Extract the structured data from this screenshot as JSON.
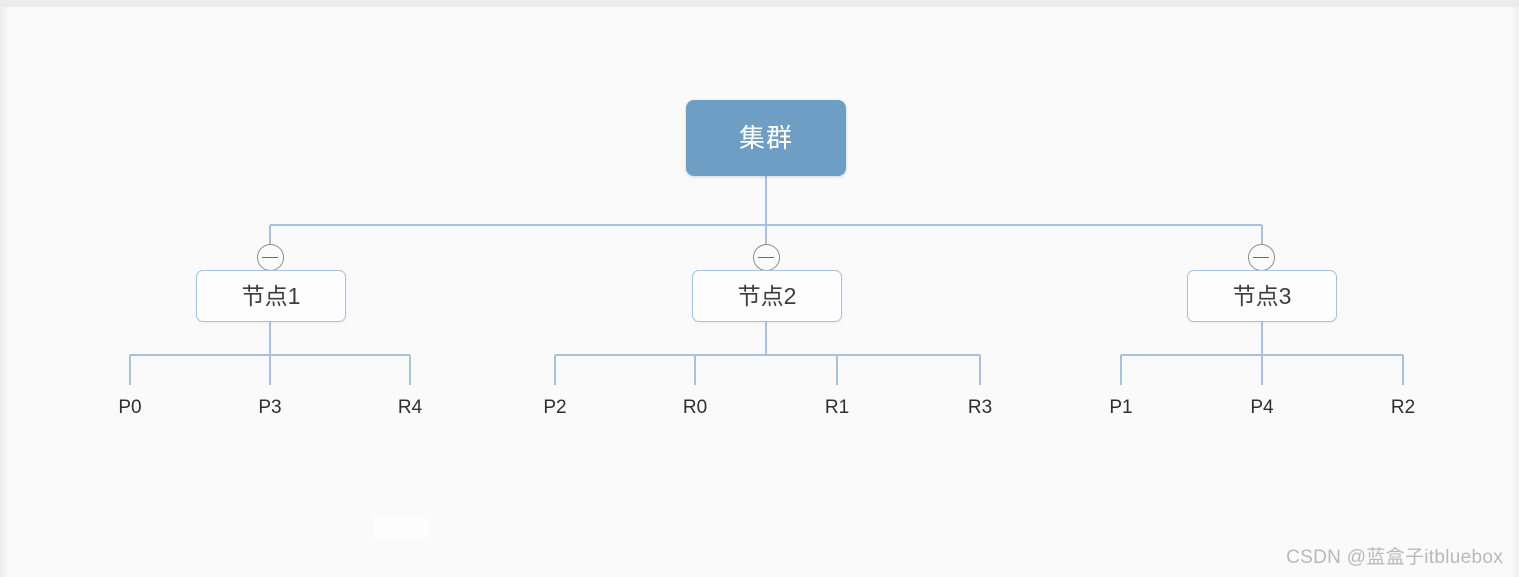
{
  "diagram": {
    "type": "tree",
    "root": {
      "id": "cluster",
      "label": "集群",
      "fill": "#6f9ec4",
      "text_color": "#ffffff"
    },
    "nodes": [
      {
        "id": "node1",
        "label": "节点1",
        "collapse_icon": "minus-circle-icon",
        "leaves": [
          "P0",
          "P3",
          "R4"
        ]
      },
      {
        "id": "node2",
        "label": "节点2",
        "collapse_icon": "minus-circle-icon",
        "leaves": [
          "P2",
          "R0",
          "R1",
          "R3"
        ]
      },
      {
        "id": "node3",
        "label": "节点3",
        "collapse_icon": "minus-circle-icon",
        "leaves": [
          "P1",
          "P4",
          "R2"
        ]
      }
    ],
    "colors": {
      "background": "#fafafa",
      "connector": "#a9c2da",
      "node_border": "#a9c3dc",
      "node_fill": "#fdfdfd",
      "node_text": "#3d3d3d",
      "leaf_text": "#2f2f2f",
      "toggle_border": "#8c8c8c"
    }
  },
  "watermark": {
    "prefix": "CSDN @",
    "author": "蓝盒子itbluebox"
  }
}
